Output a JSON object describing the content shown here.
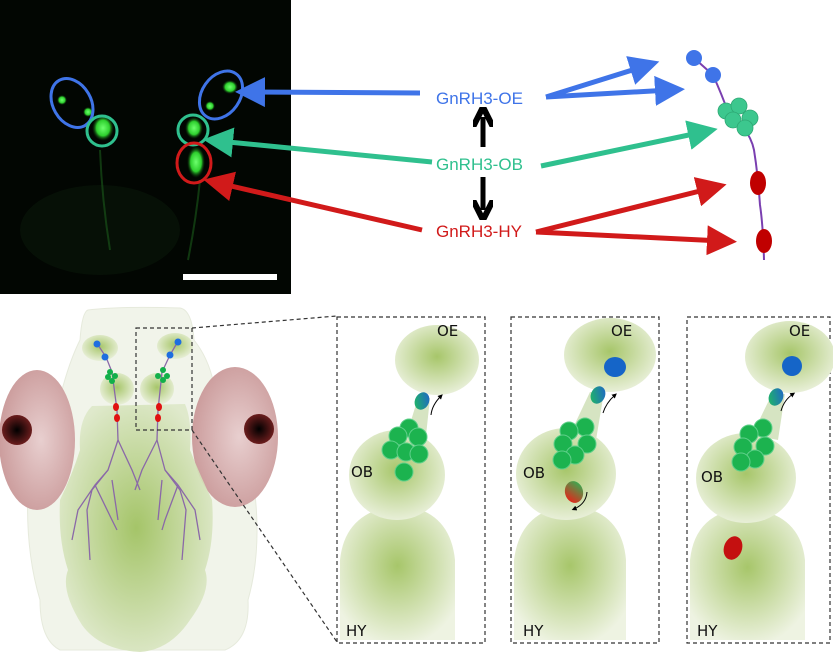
{
  "figure": {
    "micrograph": {
      "description": "fluorescence image, green GnRH3 neurons",
      "scale_bar": "white scale bar (no label)"
    },
    "populations": [
      {
        "id": "oe",
        "label": "GnRH3-OE",
        "color": "#3f74e8"
      },
      {
        "id": "ob",
        "label": "GnRH3-OB",
        "color": "#2fc08e"
      },
      {
        "id": "hy",
        "label": "GnRH3-HY",
        "color": "#d11a1a"
      }
    ],
    "arrow_color": "#000000",
    "chain_axon_color": "#7a3fb0",
    "panels": [
      {
        "name": "panel-1",
        "labels": {
          "oe": "OE",
          "ob": "OB",
          "hy": "HY"
        }
      },
      {
        "name": "panel-2",
        "labels": {
          "oe": "OE",
          "ob": "OB",
          "hy": "HY"
        }
      },
      {
        "name": "panel-3",
        "labels": {
          "oe": "OE",
          "ob": "OB",
          "hy": "HY"
        }
      }
    ]
  }
}
